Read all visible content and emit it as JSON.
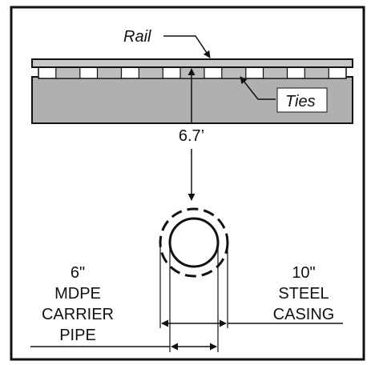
{
  "labels": {
    "rail": "Rail",
    "ties": "Ties",
    "depth": "6.7’",
    "carrier": {
      "line1": "6\"",
      "line2": "MDPE",
      "line3": "CARRIER",
      "line4": "PIPE"
    },
    "casing": {
      "line1": "10\"",
      "line2": "STEEL",
      "line3": "CASING"
    }
  },
  "colors": {
    "frame": "#111111",
    "rail": "#c8c8c8",
    "ties": "#bdbdbd",
    "ballast": "#b0b0b0",
    "line": "#111111",
    "background": "#ffffff"
  },
  "tie_count": 7
}
